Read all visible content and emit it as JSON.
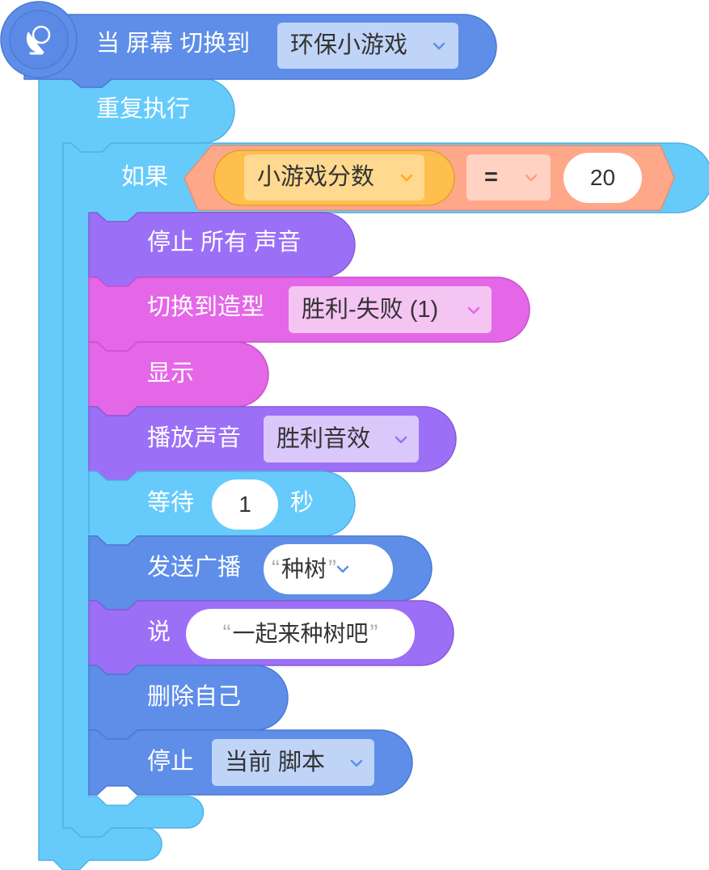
{
  "hat": {
    "label": "当 屏幕 切换到",
    "screen": "环保小游戏"
  },
  "forever": {
    "label": "重复执行"
  },
  "if_block": {
    "label": "如果",
    "variable": "小游戏分数",
    "operator": "=",
    "value": "20"
  },
  "stop_sounds": {
    "label": "停止 所有 声音"
  },
  "switch_costume": {
    "label": "切换到造型",
    "costume": "胜利-失败 (1)"
  },
  "show": {
    "label": "显示"
  },
  "play_sound": {
    "label": "播放声音",
    "sound": "胜利音效"
  },
  "wait": {
    "label": "等待",
    "value": "1",
    "unit": "秒"
  },
  "broadcast": {
    "label": "发送广播",
    "message": "种树"
  },
  "say": {
    "label": "说",
    "message": "一起来种树吧"
  },
  "delete_self": {
    "label": "删除自己"
  },
  "stop_script": {
    "label": "停止",
    "option": "当前 脚本"
  },
  "quotes": {
    "open": "“",
    "close": "”"
  },
  "colors": {
    "events": "#5e8ee8",
    "control": "#66cbfa",
    "control_outline": "#4fb2e3",
    "sound": "#9c6ff7",
    "looks": "#e467e7",
    "operator": "#ffa789",
    "variable": "#ffbf4d"
  }
}
